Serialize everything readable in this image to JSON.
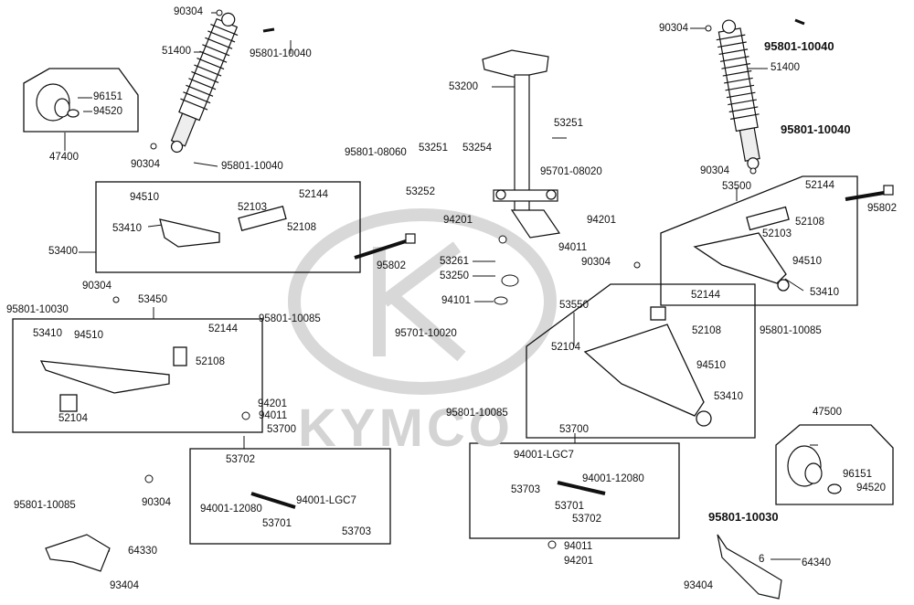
{
  "watermark": {
    "brand": "KYMCO",
    "logo_letter": "K"
  },
  "labels": {
    "l90304_a": "90304",
    "l51400_a": "51400",
    "l95801_10040_a": "95801-10040",
    "l96151_a": "96151",
    "l94520_a": "94520",
    "l47400": "47400",
    "l90304_b": "90304",
    "l95801_10040_b": "95801-10040",
    "l94510_a": "94510",
    "l52103_a": "52103",
    "l52144_a": "52144",
    "l53410_a": "53410",
    "l52108_a": "52108",
    "l53400": "53400",
    "l95801_10030_a": "95801-10030",
    "l90304_c": "90304",
    "l53450": "53450",
    "l53410_b": "53410",
    "l94510_b": "94510",
    "l52144_b": "52144",
    "l52108_b": "52108",
    "l52104_a": "52104",
    "l95801_10085_a": "95801-10085",
    "l94201_a": "94201",
    "l94011_a": "94011",
    "l53700_a": "53700",
    "l53702_a": "53702",
    "l94001_12080_a": "94001-12080",
    "l94001_lgc7_a": "94001-LGC7",
    "l53701_a": "53701",
    "l53703_a": "53703",
    "l95801_10085_b": "95801-10085",
    "l90304_d": "90304",
    "l64330": "64330",
    "l93404_a": "93404",
    "l53200": "53200",
    "l95801_08060": "95801-08060",
    "l53251_a": "53251",
    "l53254": "53254",
    "l53252": "53252",
    "l53251_b": "53251",
    "l95701_08020": "95701-08020",
    "l94201_b": "94201",
    "l94201_c": "94201",
    "l94011_b": "94011",
    "l95802_a": "95802",
    "l53261": "53261",
    "l53250": "53250",
    "l94101": "94101",
    "l95701_10020": "95701-10020",
    "l90304_e": "90304",
    "l53550": "53550",
    "l52144_c": "52144",
    "l52108_c": "52108",
    "l52104_b": "52104",
    "l94510_c": "94510",
    "l53410_c": "53410",
    "l95801_10085_c": "95801-10085",
    "l53700_b": "53700",
    "l94001_lgc7_b": "94001-LGC7",
    "l53703_b": "53703",
    "l94001_12080_b": "94001-12080",
    "l53701_b": "53701",
    "l53702_b": "53702",
    "l94011_c": "94011",
    "l94201_d": "94201",
    "l90304_f": "90304",
    "l95801_10040_c": "95801-10040",
    "l51400_b": "51400",
    "l95801_10040_d": "95801-10040",
    "l90304_g": "90304",
    "l53500": "53500",
    "l52144_d": "52144",
    "l95802_b": "95802",
    "l52108_d": "52108",
    "l52103_b": "52103",
    "l94510_d": "94510",
    "l53410_d": "53410",
    "l95801_10085_d": "95801-10085",
    "l47500": "47500",
    "l96151_b": "96151",
    "l94520_b": "94520",
    "l95801_10030_b": "95801-10030",
    "l64340": "64340",
    "l93404_b": "93404",
    "l6": "6"
  },
  "colors": {
    "line": "#111111",
    "watermark": "#d4d4d4",
    "background": "#ffffff"
  }
}
